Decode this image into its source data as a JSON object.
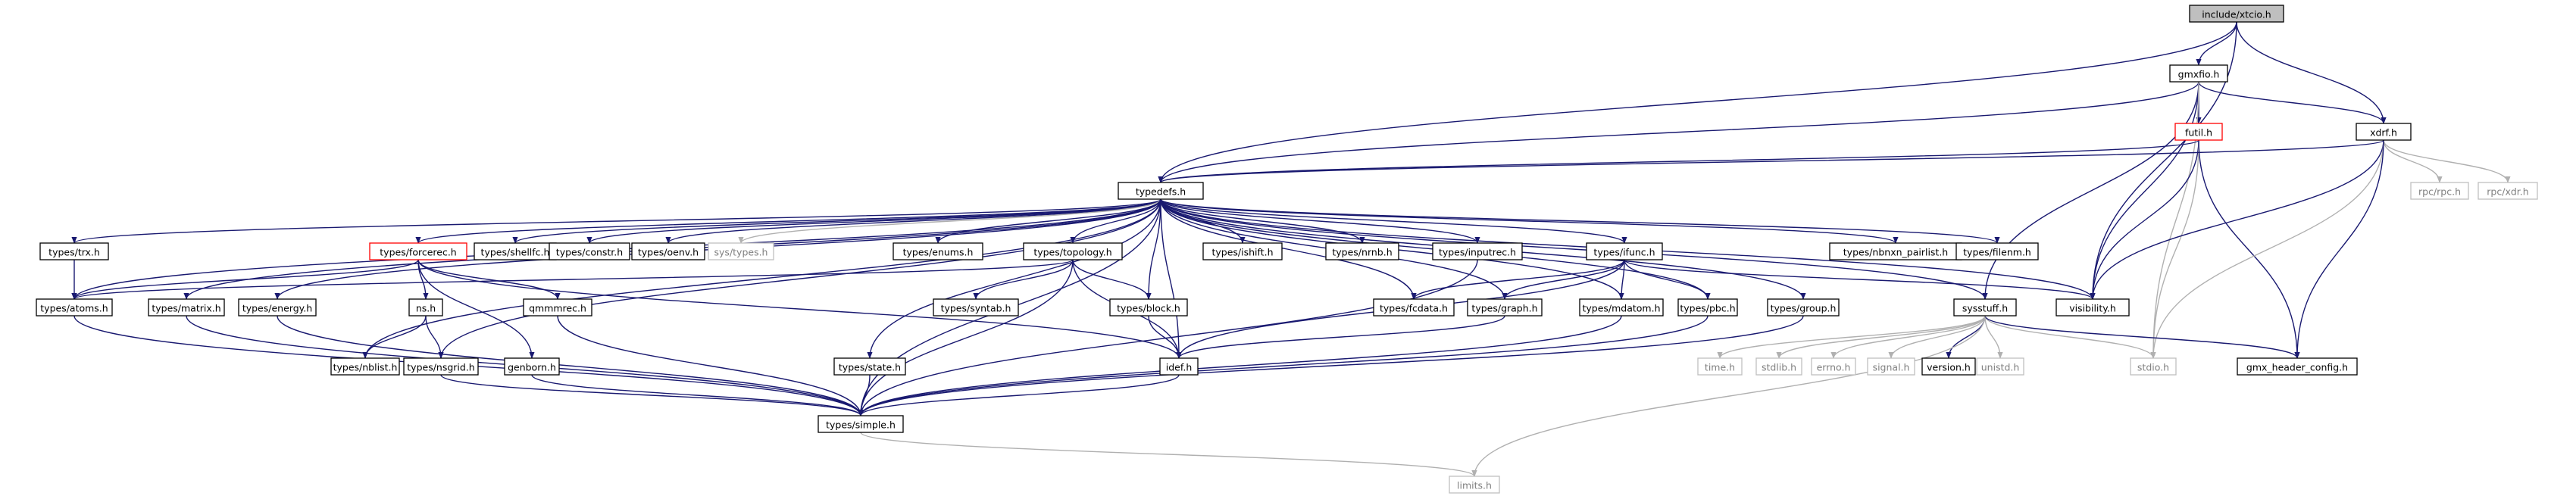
{
  "colors": {
    "edge": "#191970",
    "edge_to_leaf": "#b0b0b0",
    "node_border": "#000000",
    "root_fill": "#bfbfbf",
    "truncated_border": "#ff0000",
    "leaf_border": "#bfbfbf",
    "leaf_text": "#808080",
    "text": "#000000"
  },
  "nodes": [
    {
      "id": "root",
      "label": "include/xtcio.h",
      "kind": "root"
    },
    {
      "id": "gmxfio",
      "label": "gmxfio.h",
      "kind": "normal"
    },
    {
      "id": "futil",
      "label": "futil.h",
      "kind": "truncated"
    },
    {
      "id": "xdrf",
      "label": "xdrf.h",
      "kind": "normal"
    },
    {
      "id": "typedefs",
      "label": "typedefs.h",
      "kind": "normal"
    },
    {
      "id": "rpc",
      "label": "rpc/rpc.h",
      "kind": "leaf"
    },
    {
      "id": "rpcxdr",
      "label": "rpc/xdr.h",
      "kind": "leaf"
    },
    {
      "id": "trx",
      "label": "types/trx.h",
      "kind": "normal"
    },
    {
      "id": "forcerec",
      "label": "types/forcerec.h",
      "kind": "truncated"
    },
    {
      "id": "shellfc",
      "label": "types/shellfc.h",
      "kind": "normal"
    },
    {
      "id": "constr",
      "label": "types/constr.h",
      "kind": "normal"
    },
    {
      "id": "oenv",
      "label": "types/oenv.h",
      "kind": "normal"
    },
    {
      "id": "systypes",
      "label": "sys/types.h",
      "kind": "leaf"
    },
    {
      "id": "enums",
      "label": "types/enums.h",
      "kind": "normal"
    },
    {
      "id": "topology",
      "label": "types/topology.h",
      "kind": "normal"
    },
    {
      "id": "ishift",
      "label": "types/ishift.h",
      "kind": "normal"
    },
    {
      "id": "nrnb",
      "label": "types/nrnb.h",
      "kind": "normal"
    },
    {
      "id": "inputrec",
      "label": "types/inputrec.h",
      "kind": "normal"
    },
    {
      "id": "ifunc",
      "label": "types/ifunc.h",
      "kind": "normal"
    },
    {
      "id": "nbnxn",
      "label": "types/nbnxn_pairlist.h",
      "kind": "normal"
    },
    {
      "id": "filenm",
      "label": "types/filenm.h",
      "kind": "normal"
    },
    {
      "id": "atoms",
      "label": "types/atoms.h",
      "kind": "normal"
    },
    {
      "id": "matrix",
      "label": "types/matrix.h",
      "kind": "normal"
    },
    {
      "id": "energy",
      "label": "types/energy.h",
      "kind": "normal"
    },
    {
      "id": "ns",
      "label": "ns.h",
      "kind": "normal"
    },
    {
      "id": "qmmmrec",
      "label": "qmmmrec.h",
      "kind": "normal"
    },
    {
      "id": "syntab",
      "label": "types/syntab.h",
      "kind": "normal"
    },
    {
      "id": "block",
      "label": "types/block.h",
      "kind": "normal"
    },
    {
      "id": "fcdata",
      "label": "types/fcdata.h",
      "kind": "normal"
    },
    {
      "id": "graph",
      "label": "types/graph.h",
      "kind": "normal"
    },
    {
      "id": "mdatom",
      "label": "types/mdatom.h",
      "kind": "normal"
    },
    {
      "id": "pbc",
      "label": "types/pbc.h",
      "kind": "normal"
    },
    {
      "id": "group",
      "label": "types/group.h",
      "kind": "normal"
    },
    {
      "id": "sysstuff",
      "label": "sysstuff.h",
      "kind": "normal"
    },
    {
      "id": "visibility",
      "label": "visibility.h",
      "kind": "normal"
    },
    {
      "id": "nblist",
      "label": "types/nblist.h",
      "kind": "normal"
    },
    {
      "id": "nsgrid",
      "label": "types/nsgrid.h",
      "kind": "normal"
    },
    {
      "id": "genborn",
      "label": "genborn.h",
      "kind": "normal"
    },
    {
      "id": "state",
      "label": "types/state.h",
      "kind": "normal"
    },
    {
      "id": "idef",
      "label": "idef.h",
      "kind": "normal"
    },
    {
      "id": "timeh",
      "label": "time.h",
      "kind": "leaf"
    },
    {
      "id": "stdlib",
      "label": "stdlib.h",
      "kind": "leaf"
    },
    {
      "id": "errno",
      "label": "errno.h",
      "kind": "leaf"
    },
    {
      "id": "signal",
      "label": "signal.h",
      "kind": "leaf"
    },
    {
      "id": "version",
      "label": "version.h",
      "kind": "normal"
    },
    {
      "id": "unistd",
      "label": "unistd.h",
      "kind": "leaf"
    },
    {
      "id": "stdio",
      "label": "stdio.h",
      "kind": "leaf"
    },
    {
      "id": "gmxheader",
      "label": "gmx_header_config.h",
      "kind": "normal"
    },
    {
      "id": "simple",
      "label": "types/simple.h",
      "kind": "normal"
    },
    {
      "id": "limits",
      "label": "limits.h",
      "kind": "leaf"
    }
  ],
  "edges": [
    [
      "root",
      "gmxfio"
    ],
    [
      "root",
      "xdrf"
    ],
    [
      "root",
      "typedefs"
    ],
    [
      "root",
      "visibility"
    ],
    [
      "gmxfio",
      "futil"
    ],
    [
      "gmxfio",
      "xdrf"
    ],
    [
      "gmxfio",
      "typedefs"
    ],
    [
      "gmxfio",
      "visibility"
    ],
    [
      "gmxfio",
      "sysstuff"
    ],
    [
      "gmxfio",
      "stdio"
    ],
    [
      "futil",
      "typedefs"
    ],
    [
      "futil",
      "visibility"
    ],
    [
      "futil",
      "stdio"
    ],
    [
      "futil",
      "gmxheader"
    ],
    [
      "xdrf",
      "typedefs"
    ],
    [
      "xdrf",
      "rpc"
    ],
    [
      "xdrf",
      "rpcxdr"
    ],
    [
      "xdrf",
      "visibility"
    ],
    [
      "xdrf",
      "stdio"
    ],
    [
      "xdrf",
      "gmxheader"
    ],
    [
      "typedefs",
      "trx"
    ],
    [
      "typedefs",
      "forcerec"
    ],
    [
      "typedefs",
      "shellfc"
    ],
    [
      "typedefs",
      "constr"
    ],
    [
      "typedefs",
      "oenv"
    ],
    [
      "typedefs",
      "systypes"
    ],
    [
      "typedefs",
      "enums"
    ],
    [
      "typedefs",
      "topology"
    ],
    [
      "typedefs",
      "ishift"
    ],
    [
      "typedefs",
      "nrnb"
    ],
    [
      "typedefs",
      "inputrec"
    ],
    [
      "typedefs",
      "ifunc"
    ],
    [
      "typedefs",
      "nbnxn"
    ],
    [
      "typedefs",
      "filenm"
    ],
    [
      "typedefs",
      "atoms"
    ],
    [
      "typedefs",
      "matrix"
    ],
    [
      "typedefs",
      "energy"
    ],
    [
      "typedefs",
      "nblist"
    ],
    [
      "typedefs",
      "nsgrid"
    ],
    [
      "typedefs",
      "state"
    ],
    [
      "typedefs",
      "block"
    ],
    [
      "typedefs",
      "idef"
    ],
    [
      "typedefs",
      "fcdata"
    ],
    [
      "typedefs",
      "graph"
    ],
    [
      "typedefs",
      "mdatom"
    ],
    [
      "typedefs",
      "pbc"
    ],
    [
      "typedefs",
      "group"
    ],
    [
      "typedefs",
      "sysstuff"
    ],
    [
      "typedefs",
      "visibility"
    ],
    [
      "typedefs",
      "simple"
    ],
    [
      "trx",
      "atoms"
    ],
    [
      "forcerec",
      "ns"
    ],
    [
      "forcerec",
      "qmmmrec"
    ],
    [
      "forcerec",
      "genborn"
    ],
    [
      "forcerec",
      "idef"
    ],
    [
      "forcerec",
      "atoms"
    ],
    [
      "ns",
      "nblist"
    ],
    [
      "ns",
      "nsgrid"
    ],
    [
      "topology",
      "atoms"
    ],
    [
      "topology",
      "syntab"
    ],
    [
      "topology",
      "block"
    ],
    [
      "topology",
      "idef"
    ],
    [
      "topology",
      "simple"
    ],
    [
      "ifunc",
      "idef"
    ],
    [
      "ifunc",
      "fcdata"
    ],
    [
      "ifunc",
      "graph"
    ],
    [
      "ifunc",
      "mdatom"
    ],
    [
      "ifunc",
      "pbc"
    ],
    [
      "ifunc",
      "visibility"
    ],
    [
      "inputrec",
      "simple"
    ],
    [
      "block",
      "idef"
    ],
    [
      "graph",
      "idef"
    ],
    [
      "idef",
      "simple"
    ],
    [
      "atoms",
      "simple"
    ],
    [
      "matrix",
      "simple"
    ],
    [
      "energy",
      "simple"
    ],
    [
      "nsgrid",
      "simple"
    ],
    [
      "qmmmrec",
      "simple"
    ],
    [
      "genborn",
      "simple"
    ],
    [
      "state",
      "simple"
    ],
    [
      "mdatom",
      "simple"
    ],
    [
      "pbc",
      "simple"
    ],
    [
      "group",
      "simple"
    ],
    [
      "sysstuff",
      "timeh"
    ],
    [
      "sysstuff",
      "stdlib"
    ],
    [
      "sysstuff",
      "errno"
    ],
    [
      "sysstuff",
      "signal"
    ],
    [
      "sysstuff",
      "version"
    ],
    [
      "sysstuff",
      "unistd"
    ],
    [
      "sysstuff",
      "stdio"
    ],
    [
      "sysstuff",
      "gmxheader"
    ],
    [
      "sysstuff",
      "limits"
    ],
    [
      "simple",
      "limits"
    ]
  ]
}
